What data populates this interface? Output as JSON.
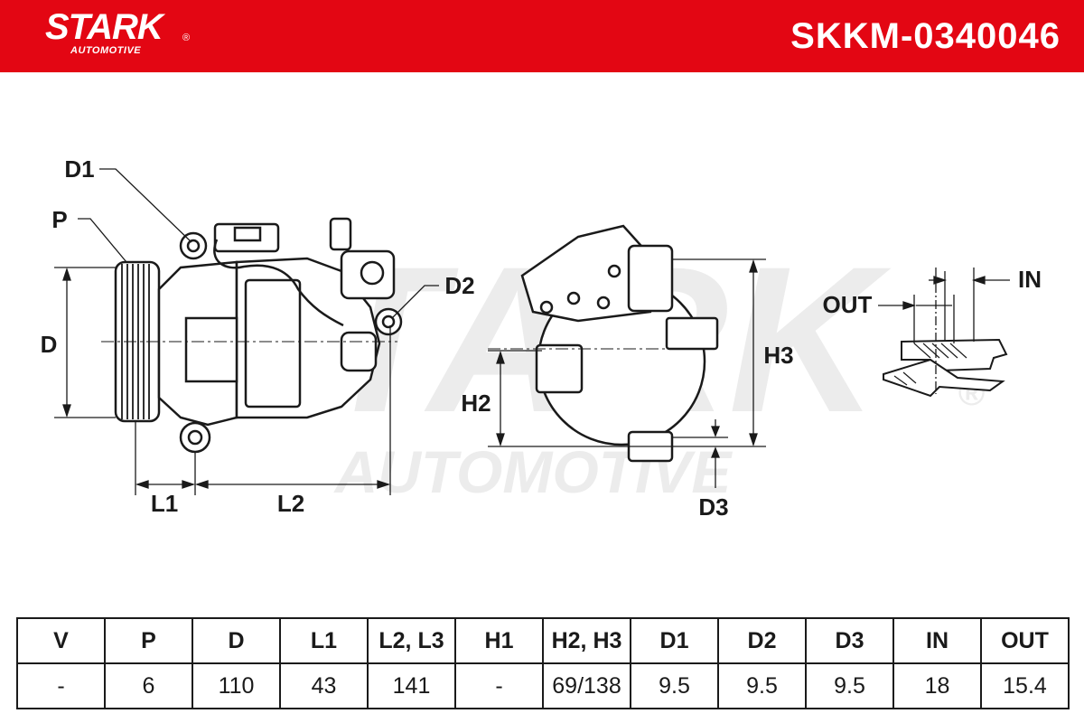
{
  "header": {
    "brand": "STARK",
    "brand_sub": "AUTOMOTIVE",
    "registered_mark": "®",
    "part_number": "SKKM-0340046",
    "background_color": "#e30613"
  },
  "watermark": {
    "line1": "STARK",
    "line2": "AUTOMOTIVE",
    "mark": "®"
  },
  "labels": {
    "d1": "D1",
    "p": "P",
    "d": "D",
    "d2": "D2",
    "l1": "L1",
    "l2": "L2",
    "h2": "H2",
    "h3": "H3",
    "d3": "D3",
    "in": "IN",
    "out": "OUT"
  },
  "specs": {
    "headers": [
      "V",
      "P",
      "D",
      "L1",
      "L2, L3",
      "H1",
      "H2, H3",
      "D1",
      "D2",
      "D3",
      "IN",
      "OUT"
    ],
    "values": [
      "-",
      "6",
      "110",
      "43",
      "141",
      "-",
      "69/138",
      "9.5",
      "9.5",
      "9.5",
      "18",
      "15.4"
    ]
  }
}
